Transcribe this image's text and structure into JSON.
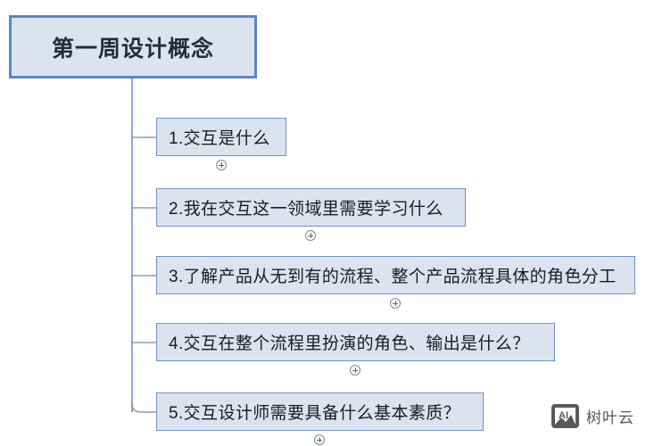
{
  "document": {
    "type": "mind-map",
    "title": "第一周设计概念"
  },
  "root": {
    "label": "第一周设计概念"
  },
  "branches": [
    {
      "label": "1.交互是什么",
      "expander_icon": "plus-circle-icon"
    },
    {
      "label": "2.我在交互这一领域里需要学习什么",
      "expander_icon": "plus-circle-icon"
    },
    {
      "label": "3.了解产品从无到有的流程、整个产品流程具体的角色分工",
      "expander_icon": "plus-circle-icon"
    },
    {
      "label": "4.交互在整个流程里扮演的角色、输出是什么？",
      "expander_icon": "plus-circle-icon"
    },
    {
      "label": "5.交互设计师需要具备什么基本素质？",
      "expander_icon": "plus-circle-icon"
    }
  ],
  "watermark": {
    "icon": "image-placeholder-ai-icon",
    "icon_text": "AI",
    "label": "树叶云"
  },
  "colors": {
    "node_fill": "#dce3ef",
    "node_border": "#6f93c9",
    "root_border": "#5b87c5",
    "connector": "#8ba6cd",
    "branch_line": "#9b9b9b",
    "text": "#1b1b1b",
    "watermark": "#595959",
    "background": "#ffffff"
  }
}
